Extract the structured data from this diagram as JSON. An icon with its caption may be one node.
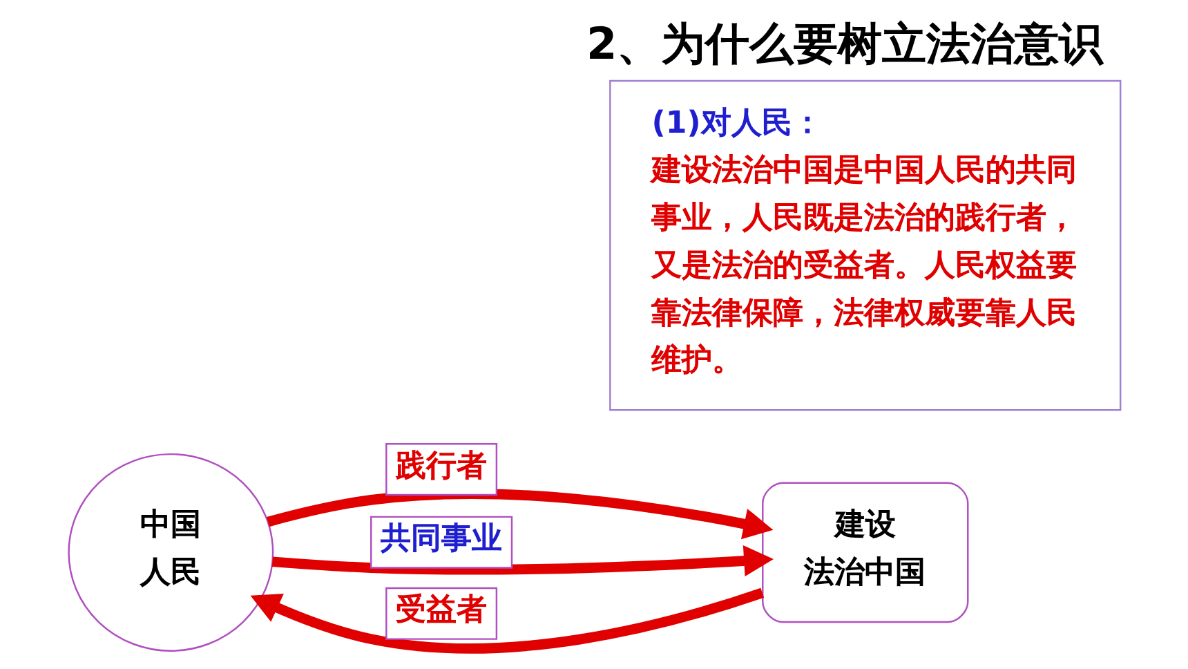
{
  "diagram": {
    "title": "2、为什么要树立法治意识",
    "nodes": [
      {
        "text": [
          "中国人民"
        ]
      },
      {
        "text": [
          "建设法治中国"
        ]
      },
      {
        "text": [
          "(1)对人民：",
          "建设法治中国是中国人民的共同事业，人民既是法治的践行者，又是法治的受益者。人民权益要靠法律保障，法律权威要靠人民维护。"
        ]
      }
    ],
    "edges": [
      {
        "from": 0,
        "to": 1,
        "arrow": "to",
        "label": "践行者"
      },
      {
        "from": 0,
        "to": 1,
        "arrow": "to",
        "label": "共同事业"
      },
      {
        "from": 1,
        "to": 0,
        "arrow": "to",
        "label": "受益者"
      }
    ]
  }
}
